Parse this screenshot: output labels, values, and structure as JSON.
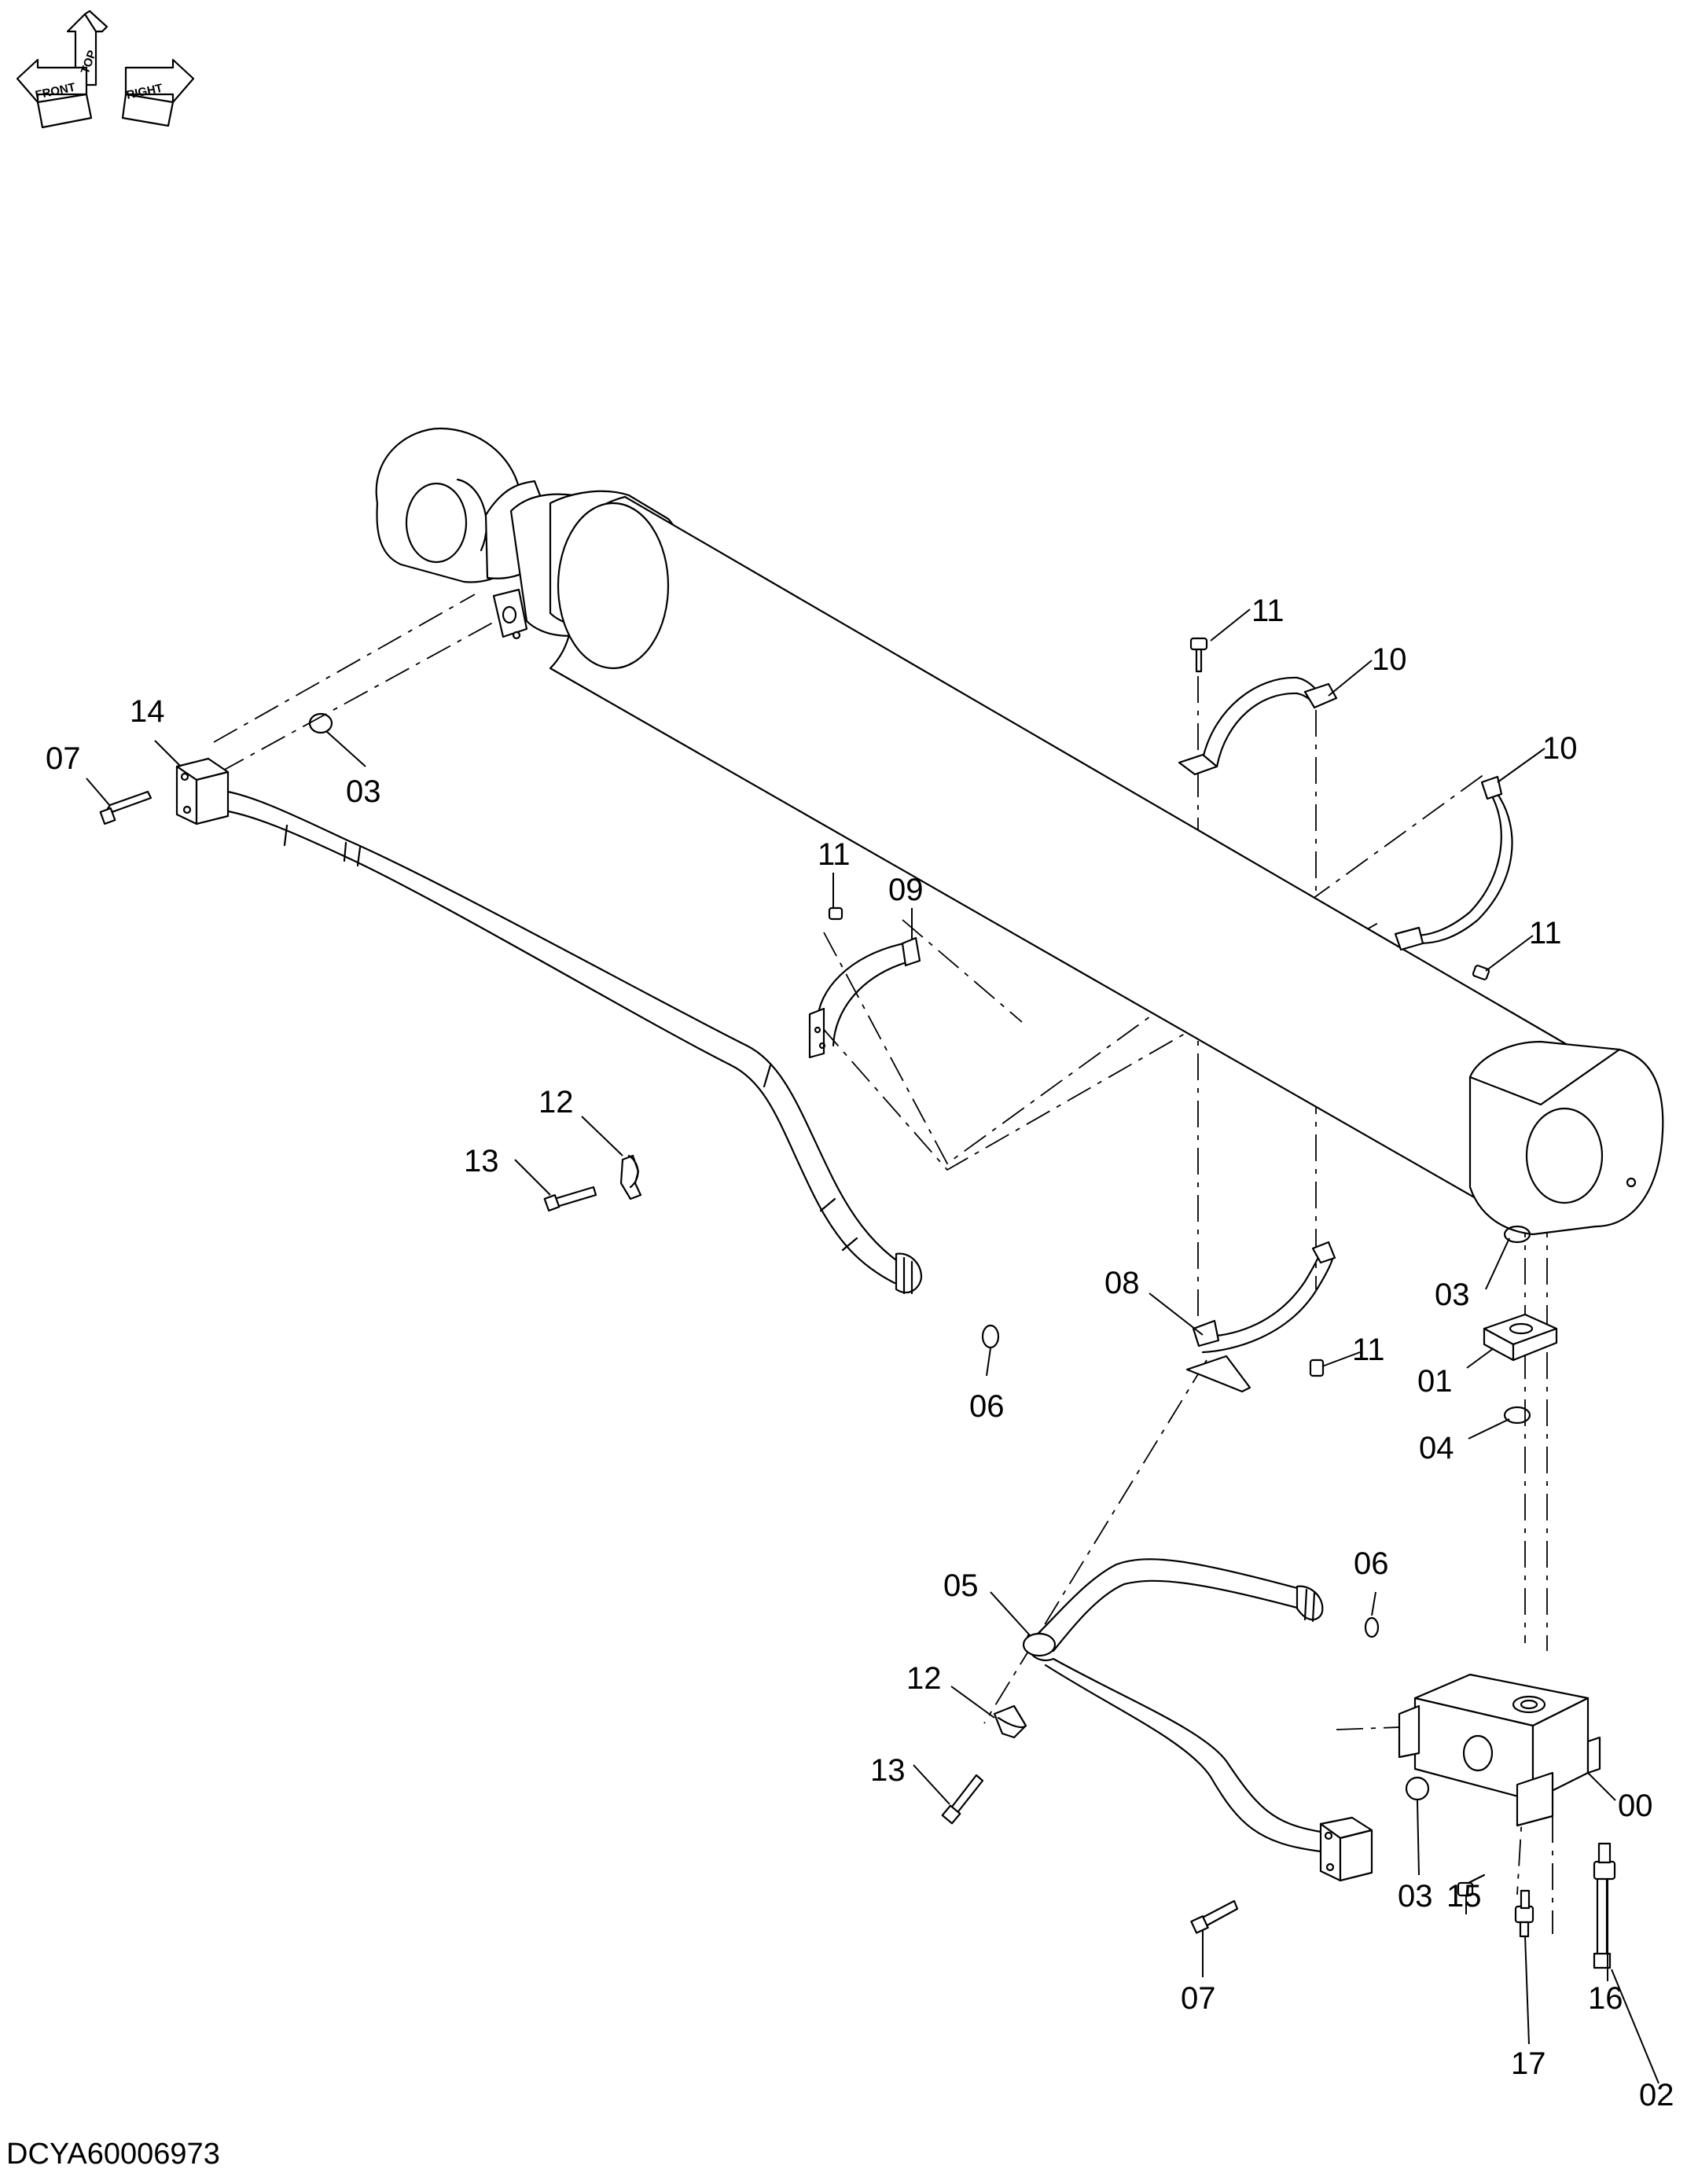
{
  "orientation_arrows": {
    "front": "FRONT",
    "top": "TOP",
    "right": "RIGHT"
  },
  "callouts": {
    "c00": "00",
    "c01": "01",
    "c02": "02",
    "c03a": "03",
    "c03b": "03",
    "c03c": "03",
    "c04": "04",
    "c05": "05",
    "c06a": "06",
    "c06b": "06",
    "c07a": "07",
    "c07b": "07",
    "c08": "08",
    "c09": "09",
    "c10a": "10",
    "c10b": "10",
    "c11a": "11",
    "c11b": "11",
    "c11c": "11",
    "c11d": "11",
    "c12a": "12",
    "c12b": "12",
    "c13a": "13",
    "c13b": "13",
    "c14": "14",
    "c15": "15",
    "c16": "16",
    "c17": "17"
  },
  "drawing_number": "DCYA60006973"
}
